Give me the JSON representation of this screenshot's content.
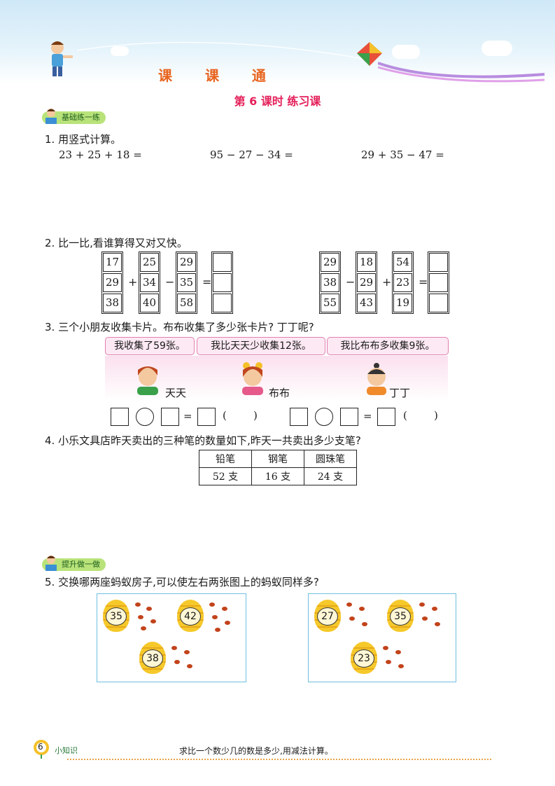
{
  "header": {
    "brand": "课  课  通",
    "lesson_title": "第 6 课时    练习课"
  },
  "section_basic": {
    "label": "基础练一练"
  },
  "q1": {
    "text": "1. 用竖式计算。",
    "expressions": [
      "23 + 25 + 18 =",
      "95 − 27 − 34 =",
      "29 + 35 − 47 ="
    ]
  },
  "q2": {
    "text": "2. 比一比,看谁算得又对又快。",
    "left": {
      "col1": [
        "17",
        "29",
        "38"
      ],
      "col2": [
        "25",
        "34",
        "40"
      ],
      "col3": [
        "29",
        "35",
        "58"
      ],
      "ops": [
        "+",
        "−",
        "="
      ]
    },
    "right": {
      "col1": [
        "29",
        "38",
        "55"
      ],
      "col2": [
        "18",
        "29",
        "43"
      ],
      "col3": [
        "54",
        "23",
        "19"
      ],
      "ops": [
        "−",
        "+",
        "="
      ]
    }
  },
  "q3": {
    "text": "3. 三个小朋友收集卡片。布布收集了多少张卡片? 丁丁呢?",
    "bubbles": [
      "我收集了59张。",
      "我比天天少收集12张。",
      "我比布布多收集9张。"
    ],
    "names": [
      "天天",
      "布布",
      "丁丁"
    ],
    "equals": "=",
    "paren": "(        )"
  },
  "q4": {
    "text": "4. 小乐文具店昨天卖出的三种笔的数量如下,昨天一共卖出多少支笔?",
    "headers": [
      "铅笔",
      "钢笔",
      "圆珠笔"
    ],
    "values": [
      "52 支",
      "16 支",
      "24 支"
    ]
  },
  "section_advanced": {
    "label": "提升做一做"
  },
  "q5": {
    "text": "5. 交换哪两座蚂蚁房子,可以使左右两张图上的蚂蚁同样多?",
    "left_hives": [
      "35",
      "42",
      "38"
    ],
    "right_hives": [
      "27",
      "35",
      "23"
    ]
  },
  "footer": {
    "page": "6",
    "label": "小知识",
    "tip": "求比一个数少几的数是多少,用减法计算。"
  }
}
